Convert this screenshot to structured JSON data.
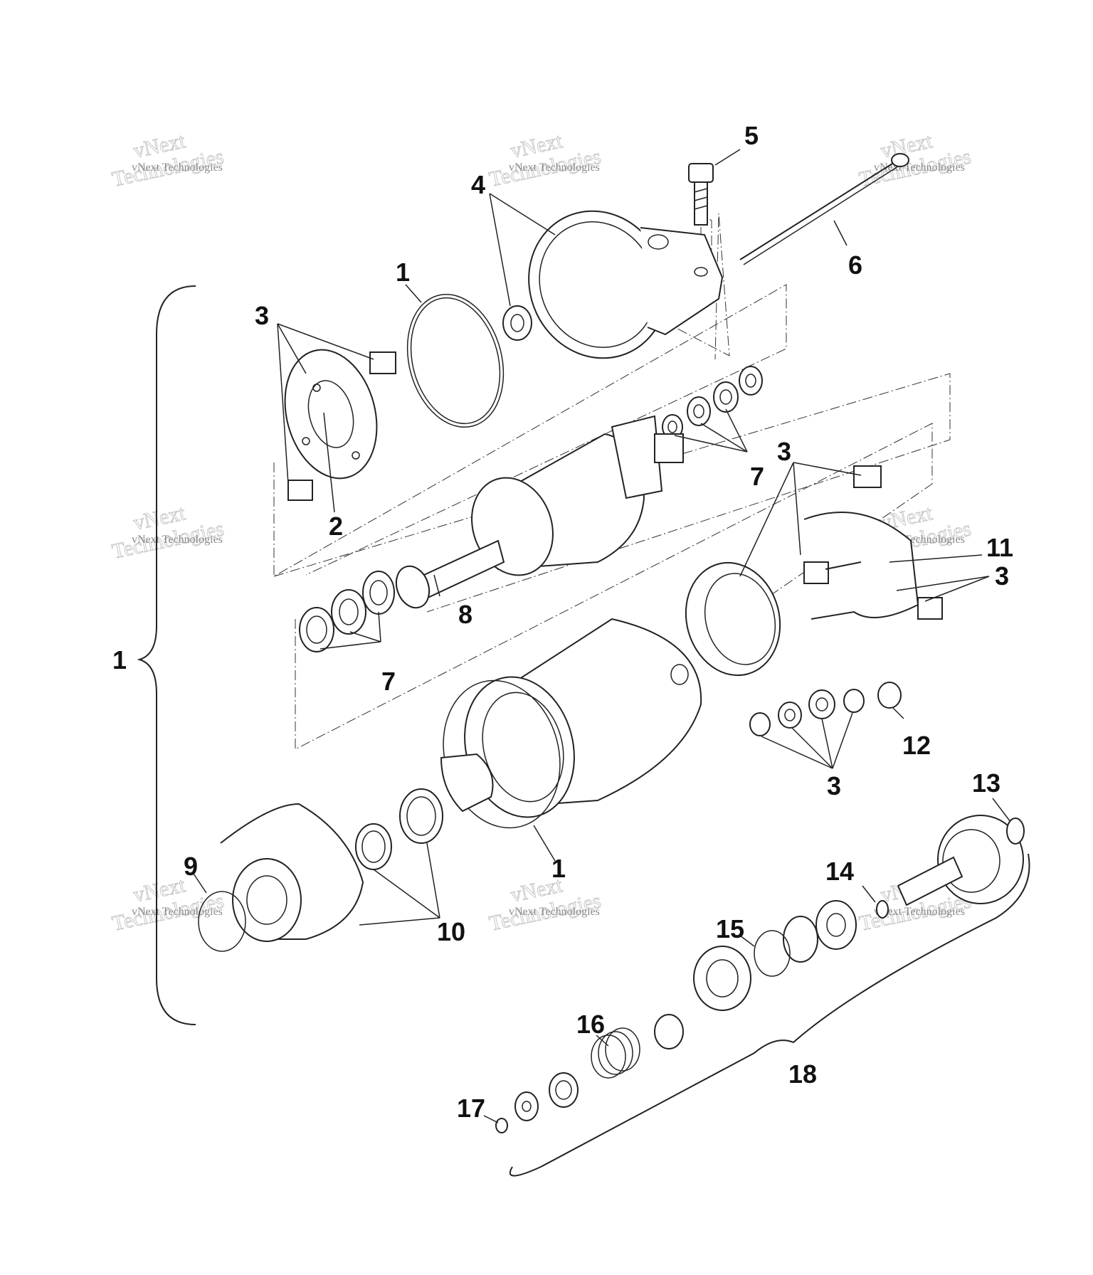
{
  "watermark": {
    "line1": "vNext",
    "line2": "Technologies",
    "small": "vNext Technologies"
  },
  "callouts": {
    "c1_top": "1",
    "c1_middle": "1",
    "c1_bracket": "1",
    "c2": "2",
    "c3_top_left": "3",
    "c3_mid_right": "3",
    "c3_right": "3",
    "c3_bottom": "3",
    "c4": "4",
    "c5": "5",
    "c6": "6",
    "c7_top": "7",
    "c7_left": "7",
    "c8": "8",
    "c9": "9",
    "c10": "10",
    "c11": "11",
    "c12": "12",
    "c13": "13",
    "c14": "14",
    "c15": "15",
    "c16": "16",
    "c17": "17",
    "c18": "18"
  }
}
